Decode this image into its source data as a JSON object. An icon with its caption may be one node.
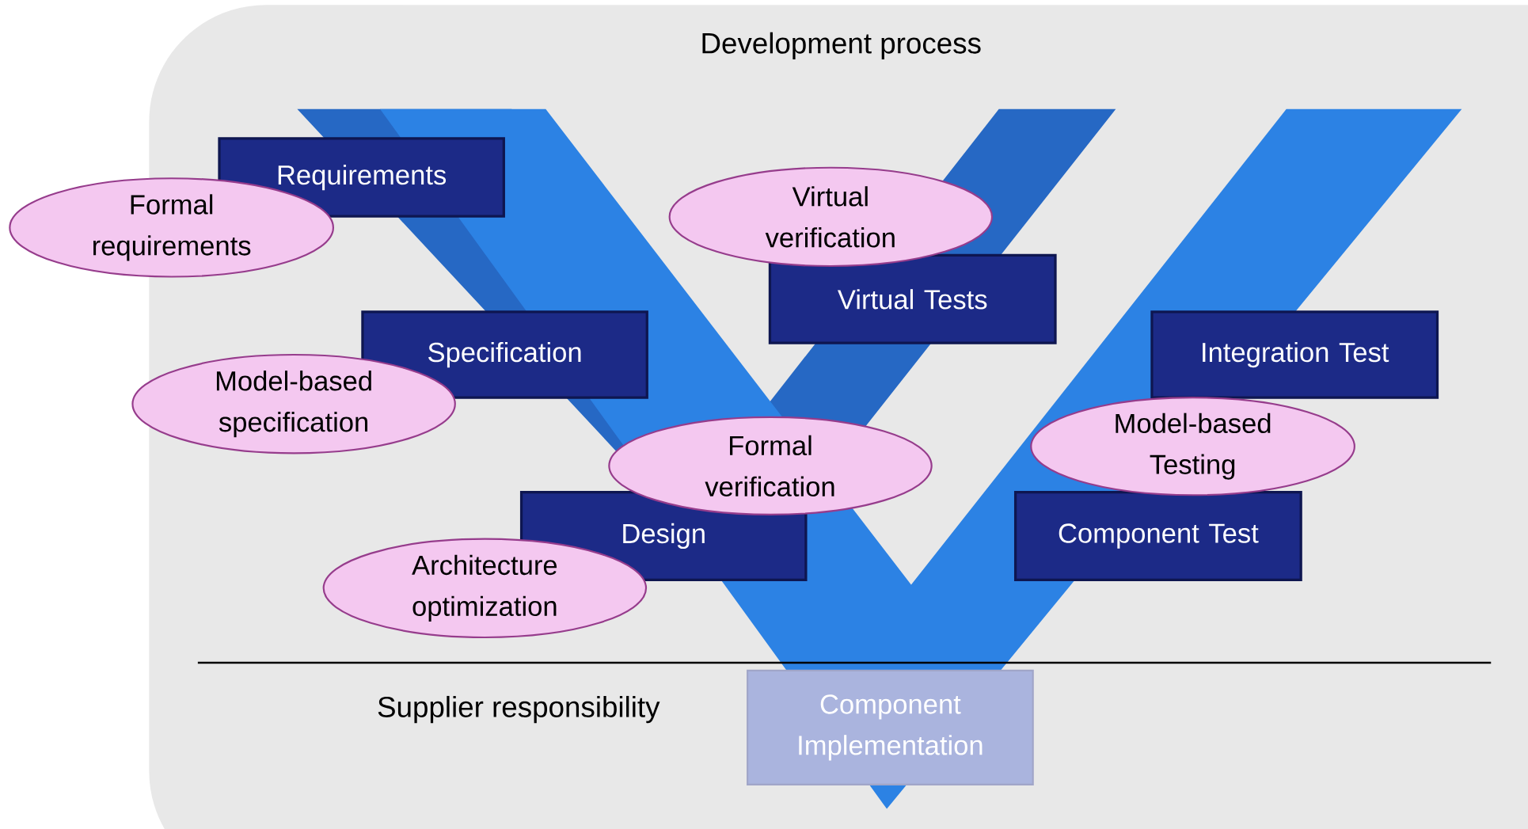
{
  "diagram": {
    "title": "Development process",
    "nodes": [
      {
        "text": [
          "Requirements"
        ]
      },
      {
        "text": [
          "Formal requirements"
        ]
      },
      {
        "text": [
          "Virtual verification"
        ]
      },
      {
        "text": [
          "Virtual Tests"
        ]
      },
      {
        "text": [
          "Specification"
        ]
      },
      {
        "text": [
          "Integration Test"
        ]
      },
      {
        "text": [
          "Model-based specification"
        ]
      },
      {
        "text": [
          "Formal verification"
        ]
      },
      {
        "text": [
          "Model-based Testing"
        ]
      },
      {
        "text": [
          "Design"
        ]
      },
      {
        "text": [
          "Component Test"
        ]
      },
      {
        "text": [
          "Architecture optimization"
        ]
      },
      {
        "text": [
          "Component Implementation"
        ]
      }
    ],
    "labels": [
      "Supplier responsibility"
    ]
  }
}
